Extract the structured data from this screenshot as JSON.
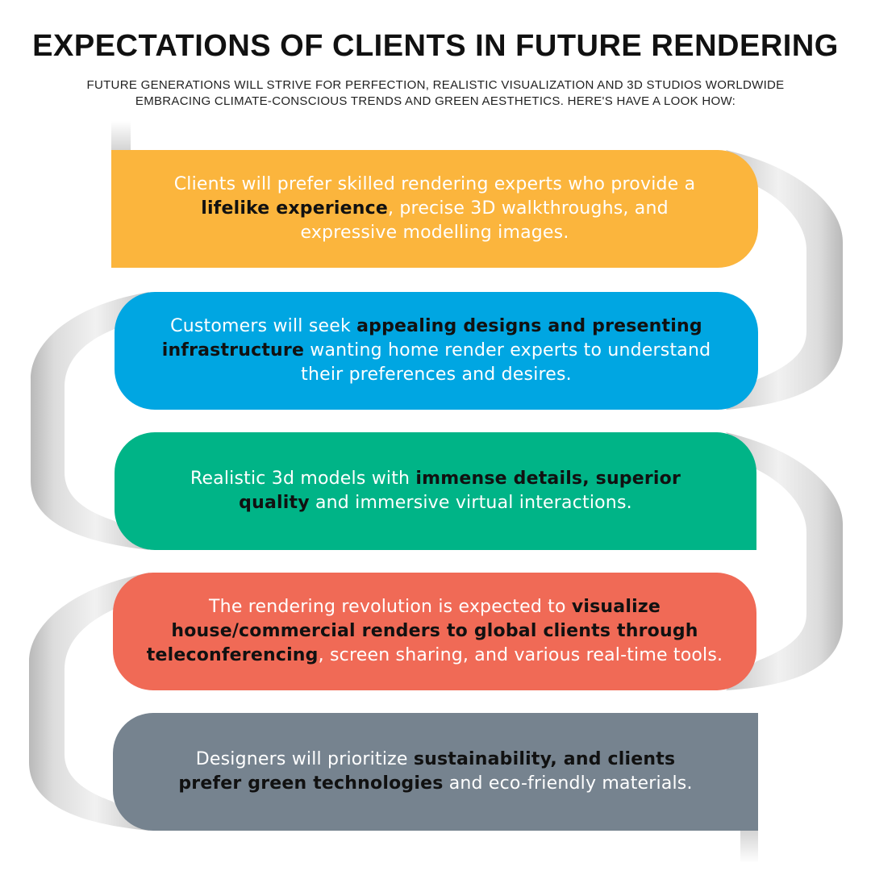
{
  "title": "EXPECTATIONS OF CLIENTS IN FUTURE RENDERING",
  "subtitle": "FUTURE GENERATIONS WILL STRIVE FOR PERFECTION, REALISTIC VISUALIZATION AND 3D STUDIOS WORLDWIDE EMBRACING CLIMATE-CONSCIOUS TRENDS AND GREEN AESTHETICS. HERE'S HAVE A LOOK HOW:",
  "steps": [
    {
      "color": "#fbb53d",
      "before": "Clients will prefer skilled rendering experts who provide a ",
      "highlight": "lifelike experience",
      "after": ", precise 3D walkthroughs, and expressive modelling images."
    },
    {
      "color": "#00a6e2",
      "before": "Customers will seek ",
      "highlight": "appealing designs and presenting infrastructure",
      "after": " wanting home render experts to understand their preferences and desires."
    },
    {
      "color": "#00b487",
      "before": "Realistic 3d models with ",
      "highlight": "immense details, superior quality",
      "after": " and immersive virtual interactions."
    },
    {
      "color": "#f06a56",
      "before": "The rendering revolution is expected to ",
      "highlight": "visualize house/commercial renders to global clients through teleconferencing",
      "after": ", screen sharing, and various real-time tools."
    },
    {
      "color": "#76838f",
      "before": "Designers will prioritize ",
      "highlight": "sustainability, and clients prefer green technologies",
      "after": " and eco-friendly materials."
    }
  ]
}
